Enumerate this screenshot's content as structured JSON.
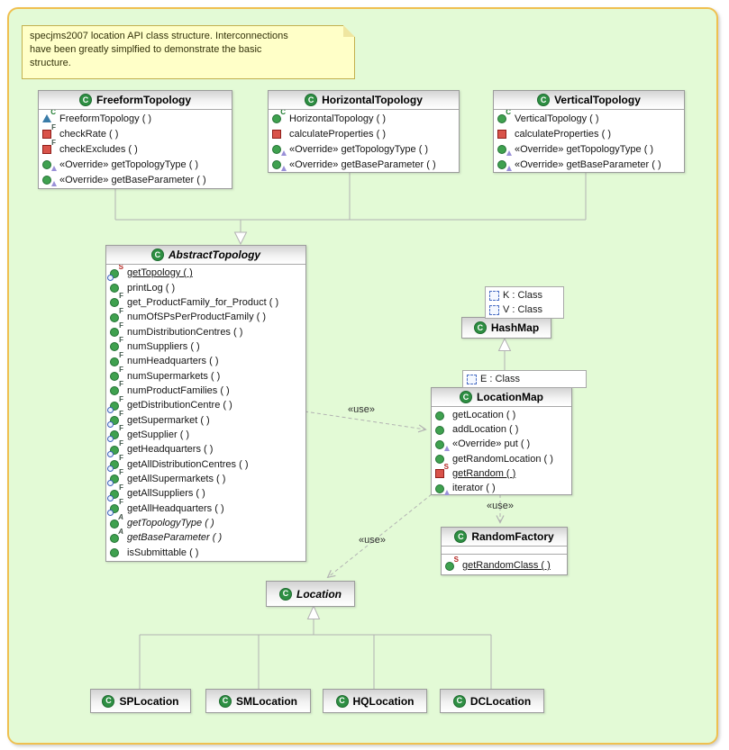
{
  "note": {
    "lines": [
      "specjms2007 location API class structure.  Interconnections",
      "have been greatly simplfied to demonstrate the basic",
      "structure."
    ]
  },
  "labels": {
    "use": "«use»"
  },
  "colors": {
    "canvas_background": "#E3FAD6",
    "canvas_border": "#EFC050",
    "note_background": "#FFFFC8",
    "public_method_green": "#3FA14F",
    "private_method_red": "#D9534A",
    "class_icon_green": "#2E8F43"
  },
  "classes": {
    "freeform": {
      "name": "FreeformTopology",
      "methods": [
        {
          "icon": "constructor-package",
          "label": "FreeformTopology ( )"
        },
        {
          "icon": "private-final",
          "label": "checkRate ( )"
        },
        {
          "icon": "private-final",
          "label": "checkExcludes ( )"
        },
        {
          "icon": "public-override",
          "label": "«Override» getTopologyType ( )"
        },
        {
          "icon": "public-override",
          "label": "«Override» getBaseParameter ( )"
        }
      ]
    },
    "horizontal": {
      "name": "HorizontalTopology",
      "methods": [
        {
          "icon": "constructor-public",
          "label": "HorizontalTopology ( )"
        },
        {
          "icon": "private",
          "label": "calculateProperties ( )"
        },
        {
          "icon": "public-override",
          "label": "«Override» getTopologyType ( )"
        },
        {
          "icon": "public-override",
          "label": "«Override» getBaseParameter ( )"
        }
      ]
    },
    "vertical": {
      "name": "VerticalTopology",
      "methods": [
        {
          "icon": "constructor-public",
          "label": "VerticalTopology ( )"
        },
        {
          "icon": "private",
          "label": "calculateProperties ( )"
        },
        {
          "icon": "public-override",
          "label": "«Override» getTopologyType ( )"
        },
        {
          "icon": "public-override",
          "label": "«Override» getBaseParameter ( )"
        }
      ]
    },
    "abstract": {
      "name": "AbstractTopology",
      "methods": [
        {
          "icon": "public-static-sync",
          "label": "getTopology ( )",
          "underline": true
        },
        {
          "icon": "public",
          "label": "printLog ( )"
        },
        {
          "icon": "public-final",
          "label": "get_ProductFamily_for_Product ( )"
        },
        {
          "icon": "public-final",
          "label": "numOfSPsPerProductFamily ( )"
        },
        {
          "icon": "public-final",
          "label": "numDistributionCentres ( )"
        },
        {
          "icon": "public-final",
          "label": "numSuppliers ( )"
        },
        {
          "icon": "public-final",
          "label": "numHeadquarters ( )"
        },
        {
          "icon": "public-final",
          "label": "numSupermarkets ( )"
        },
        {
          "icon": "public-final",
          "label": "numProductFamilies ( )"
        },
        {
          "icon": "public-final-sync",
          "label": "getDistributionCentre ( )"
        },
        {
          "icon": "public-final-sync",
          "label": "getSupermarket ( )"
        },
        {
          "icon": "public-final-sync",
          "label": "getSupplier ( )"
        },
        {
          "icon": "public-final-sync",
          "label": "getHeadquarters ( )"
        },
        {
          "icon": "public-final-sync",
          "label": "getAllDistributionCentres ( )"
        },
        {
          "icon": "public-final-sync",
          "label": "getAllSupermarkets ( )"
        },
        {
          "icon": "public-final-sync",
          "label": "getAllSuppliers ( )"
        },
        {
          "icon": "public-final-sync",
          "label": "getAllHeadquarters ( )"
        },
        {
          "icon": "public-abstract",
          "label": "getTopologyType ( )",
          "italic": true
        },
        {
          "icon": "public-abstract",
          "label": "getBaseParameter ( )",
          "italic": true
        },
        {
          "icon": "public",
          "label": "isSubmittable ( )"
        }
      ]
    },
    "hashmap": {
      "name": "HashMap",
      "type_params": [
        "K : Class",
        "V : Class"
      ]
    },
    "locationmap": {
      "name": "LocationMap",
      "type_params": [
        "E : Class"
      ],
      "methods": [
        {
          "icon": "public",
          "label": "getLocation ( )"
        },
        {
          "icon": "public",
          "label": "addLocation ( )"
        },
        {
          "icon": "public-override",
          "label": "«Override» put ( )"
        },
        {
          "icon": "public",
          "label": "getRandomLocation ( )"
        },
        {
          "icon": "private-static",
          "label": "getRandom ( )",
          "underline": true
        },
        {
          "icon": "public-override",
          "label": "iterator ( )"
        }
      ]
    },
    "randomfactory": {
      "name": "RandomFactory",
      "methods": [
        {
          "icon": "public-static",
          "label": "getRandomClass ( )",
          "underline": true
        }
      ]
    },
    "location": {
      "name": "Location"
    },
    "splocation": {
      "name": "SPLocation"
    },
    "smlocation": {
      "name": "SMLocation"
    },
    "hqlocation": {
      "name": "HQLocation"
    },
    "dclocation": {
      "name": "DCLocation"
    }
  }
}
